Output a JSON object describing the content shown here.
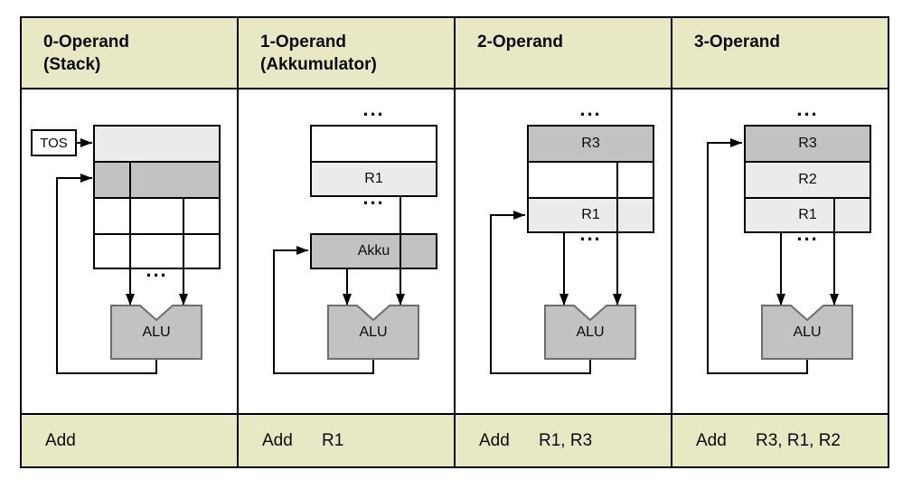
{
  "header": {
    "cells": [
      {
        "title": "0-Operand",
        "subtitle": "(Stack)"
      },
      {
        "title": "1-Operand",
        "subtitle": "(Akkumulator)"
      },
      {
        "title": "2-Operand",
        "subtitle": ""
      },
      {
        "title": "3-Operand",
        "subtitle": ""
      }
    ]
  },
  "footer": {
    "cells": [
      {
        "mnemonic": "Add",
        "operands": ""
      },
      {
        "mnemonic": "Add",
        "operands": "R1"
      },
      {
        "mnemonic": "Add",
        "operands": "R1, R3"
      },
      {
        "mnemonic": "Add",
        "operands": "R3, R1, R2"
      }
    ]
  },
  "diagram": {
    "ellipsis": "...",
    "alu_label": "ALU",
    "columns": [
      {
        "tos_label": "TOS",
        "rows": [
          "",
          "",
          "",
          ""
        ]
      },
      {
        "akku_label": "Akku",
        "rows": [
          "",
          "R1"
        ]
      },
      {
        "rows": [
          "R3",
          "",
          "R1"
        ]
      },
      {
        "rows": [
          "R3",
          "R2",
          "R1"
        ]
      }
    ]
  },
  "colors": {
    "band_bg": "#e8e9c4",
    "border": "#000000",
    "wire": "#000000",
    "reg_light": "#ebebeb",
    "reg_dark": "#c2c2c2",
    "reg_white": "#ffffff",
    "alu_fill": "#c2c2c2",
    "alu_border": "#6e6e6e",
    "text": "#0a0a0a"
  }
}
